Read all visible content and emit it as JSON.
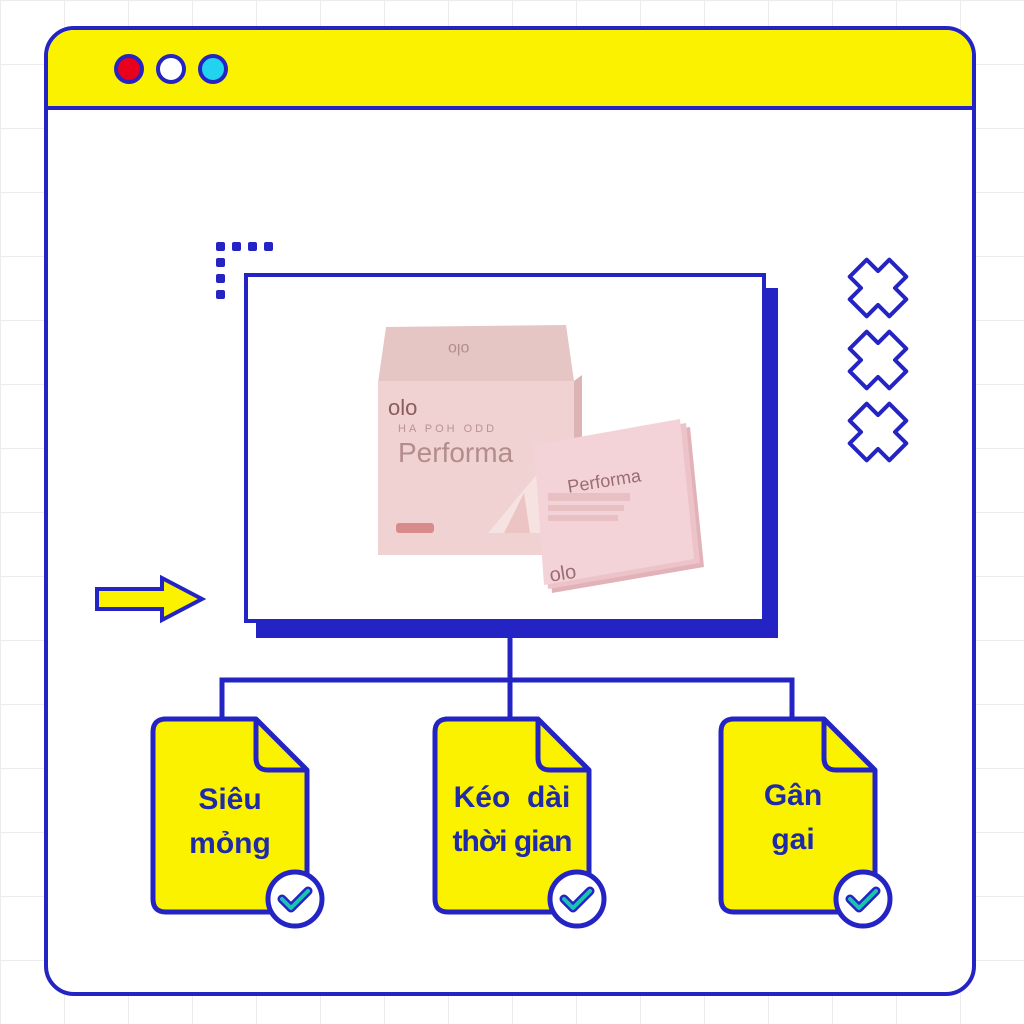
{
  "window": {
    "controls": [
      {
        "name": "red-dot",
        "color": "#e8001c"
      },
      {
        "name": "white-dot",
        "color": "#ffffff"
      },
      {
        "name": "cyan-dot",
        "color": "#22d3f0"
      }
    ],
    "accent_color": "#2424c4",
    "titlebar_color": "#fbf200"
  },
  "product": {
    "box_brand": "olo",
    "box_subtitle": "HA POH ODD",
    "box_title": "Performa",
    "sachet_brand": "olo",
    "sachet_title": "Performa"
  },
  "features": [
    {
      "line1": "Siêu",
      "line2": "mỏng"
    },
    {
      "line1": "Kéo  dài",
      "line2": "thời gian"
    },
    {
      "line1": "Gân",
      "line2": "gai"
    }
  ]
}
